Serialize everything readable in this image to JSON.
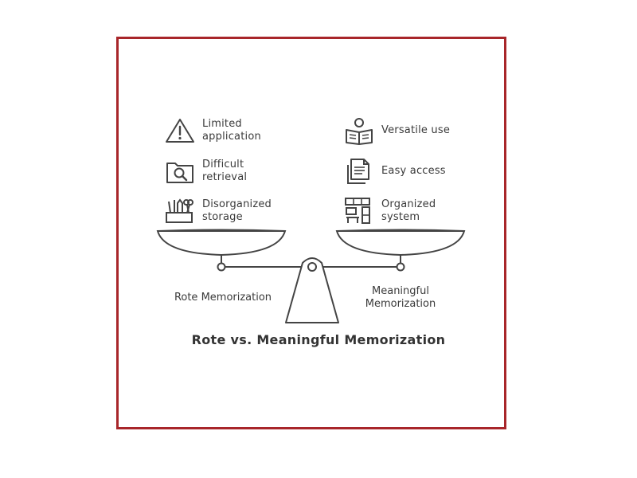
{
  "diagram": {
    "title": "Rote vs. Meaningful Memorization",
    "left": {
      "label": "Rote Memorization",
      "items": [
        {
          "label": "Limited\napplication",
          "icon": "warning-triangle-icon"
        },
        {
          "label": "Difficult\nretrieval",
          "icon": "folder-search-icon"
        },
        {
          "label": "Disorganized\nstorage",
          "icon": "cluttered-tools-icon"
        }
      ]
    },
    "right": {
      "label": "Meaningful\nMemorization",
      "items": [
        {
          "label": "Versatile use",
          "icon": "person-reading-icon"
        },
        {
          "label": "Easy access",
          "icon": "documents-icon"
        },
        {
          "label": "Organized\nsystem",
          "icon": "organized-shelves-icon"
        }
      ]
    },
    "colors": {
      "frame": "#a8262a",
      "ink": "#333333"
    }
  }
}
